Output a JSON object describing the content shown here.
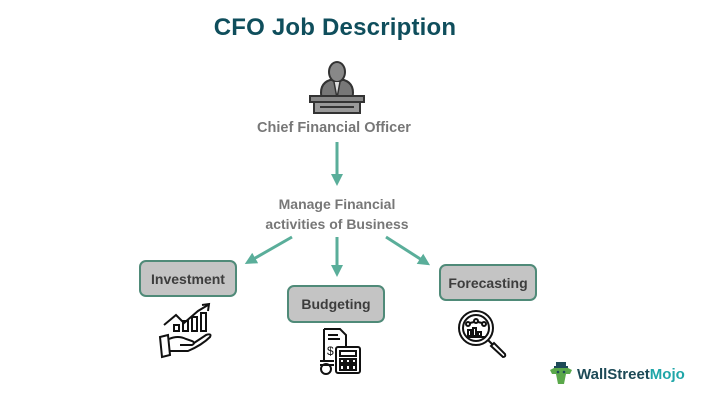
{
  "title": "CFO Job Description",
  "root": {
    "label": "Chief Financial Officer",
    "icon": "executive-podium-icon"
  },
  "middle": {
    "line1": "Manage Financial",
    "line2": "activities of Business"
  },
  "children": [
    {
      "label": "Investment",
      "icon": "hand-growth-chart-icon"
    },
    {
      "label": "Budgeting",
      "icon": "calculator-document-coins-icon"
    },
    {
      "label": "Forecasting",
      "icon": "magnifier-chart-icon"
    }
  ],
  "colors": {
    "title": "#0f4e5c",
    "arrow": "#5aae9a",
    "box_fill": "#c4c4c4",
    "box_border": "#4f8a78",
    "text_gray": "#777777"
  },
  "brand": {
    "part1": "WallStreet",
    "part2": "Mojo",
    "color1": "#1d4a57",
    "color2": "#1fa6a8"
  }
}
